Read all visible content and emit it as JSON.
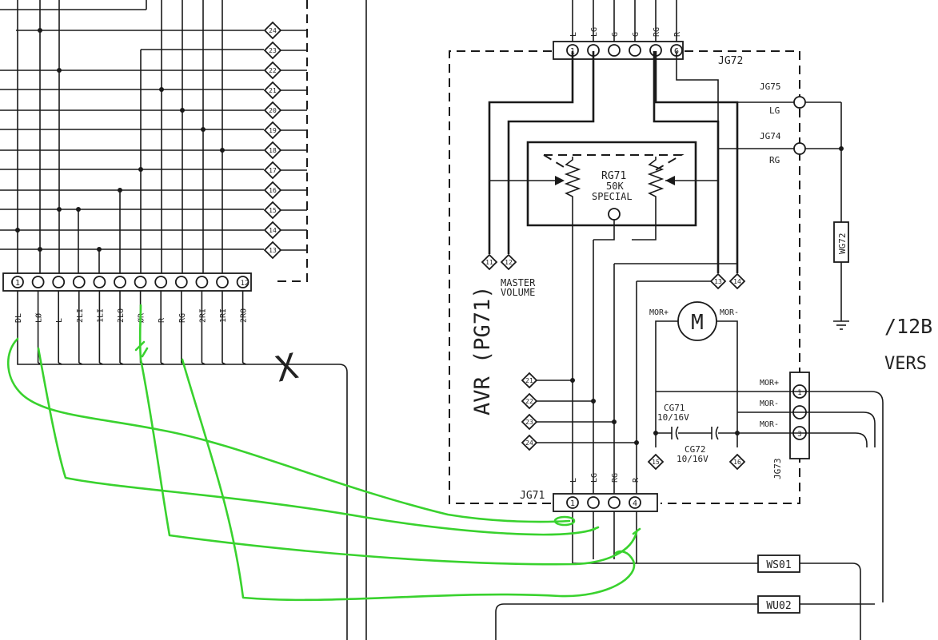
{
  "left_connector": {
    "pin_first": "1",
    "pin_last": "12",
    "signals": [
      "DL",
      "LØ",
      "L",
      "2LI",
      "1LI",
      "2LO",
      "ØR",
      "R",
      "RG",
      "2RI",
      "1RI",
      "2RO"
    ]
  },
  "side_numbers": [
    "24",
    "23",
    "22",
    "21",
    "20",
    "19",
    "18",
    "17",
    "16",
    "15",
    "14",
    "13"
  ],
  "jg72": {
    "ref": "JG72",
    "pins": [
      "L",
      "LG",
      "G",
      "G",
      "RG",
      "R"
    ],
    "pin_first": "1",
    "pin_last": "6"
  },
  "jg71": {
    "ref": "JG71",
    "pins": [
      "L",
      "LG",
      "RG",
      "R"
    ],
    "pin_first": "1",
    "pin_last": "4"
  },
  "jg75": {
    "ref": "JG75",
    "signal": "LG"
  },
  "jg74": {
    "ref": "JG74",
    "signal": "RG"
  },
  "jg73": {
    "ref": "JG73",
    "pins": [
      "MOR+",
      "MOR-",
      "MOR-"
    ],
    "pin_first": "1",
    "pin_last": "3"
  },
  "pot": {
    "ref": "RG71",
    "value": "50K",
    "type": "SPECIAL"
  },
  "master_volume": {
    "line1": "MASTER",
    "line2": "VOLUME",
    "terminals": [
      "11",
      "12"
    ]
  },
  "motor": {
    "symbol": "M",
    "plus_label": "MOR+",
    "minus_label": "MOR-"
  },
  "module_label": "AVR (PG71)",
  "capacitors": [
    {
      "ref": "CG71",
      "value": "10/16V"
    },
    {
      "ref": "CG72",
      "value": "10/16V"
    }
  ],
  "right_terminals": [
    "13",
    "14"
  ],
  "left_terminals": [
    "21",
    "22",
    "23",
    "24"
  ],
  "bottom_terminals": [
    "15",
    "16"
  ],
  "wg72": "WG72",
  "ws01": "WS01",
  "wu02": "WU02",
  "edge_text": {
    "line1": "/12B",
    "line2": "VERS"
  },
  "annotation_mark": "X",
  "colors": {
    "ink": "#1a1a1a",
    "annotation": "#39d22e",
    "paper": "#ffffff"
  }
}
